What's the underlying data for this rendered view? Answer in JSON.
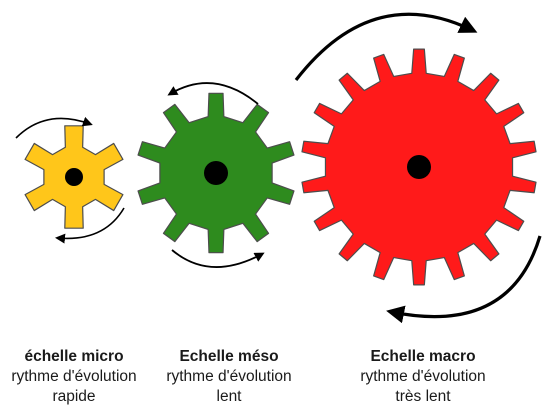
{
  "gears": [
    {
      "id": "micro",
      "title": "échelle micro",
      "line1": "rythme d'évolution",
      "line2": "rapide",
      "color": "#ffc61a",
      "teeth": 6,
      "speed": "rapide"
    },
    {
      "id": "meso",
      "title": "Echelle méso",
      "line1": "rythme d'évolution",
      "line2": "lent",
      "color": "#2e8b1e",
      "teeth": 10,
      "speed": "lent"
    },
    {
      "id": "macro",
      "title": "Echelle macro",
      "line1": "rythme d'évolution",
      "line2": "très lent",
      "color": "#ff1a1a",
      "teeth": 18,
      "speed": "très lent"
    }
  ],
  "colors": {
    "outline": "#4d4d4d",
    "hub": "#000000",
    "arrow": "#000000"
  }
}
